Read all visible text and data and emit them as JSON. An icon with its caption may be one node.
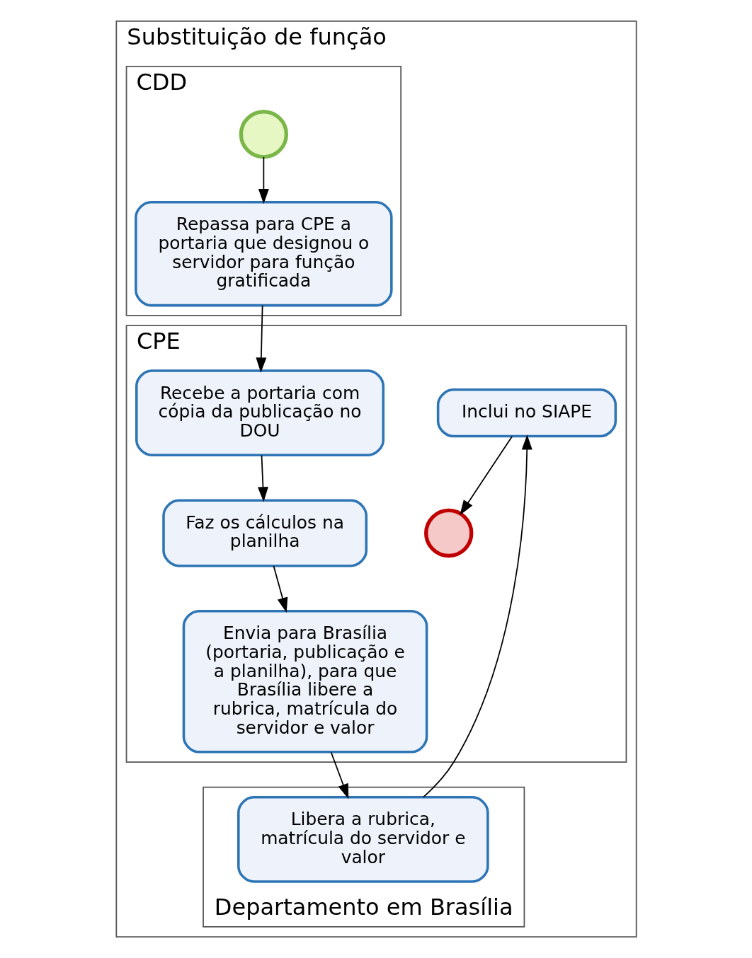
{
  "diagram": {
    "nodes": [
      {
        "text": [
          "Substituição de função"
        ]
      },
      {
        "text": [
          "CDD"
        ],
        "in": 0
      },
      {
        "text": [
          "CPE"
        ],
        "in": 0
      },
      {
        "text": [
          "Departamento em Brasília"
        ],
        "in": 0
      },
      {
        "text": [],
        "shape": "circle",
        "in": 1
      },
      {
        "text": [
          "Repassa para CPE a portaria que designou o servidor para função gratificada"
        ],
        "in": 1
      },
      {
        "text": [
          "Recebe a portaria com cópia da publicação no DOU"
        ],
        "in": 2
      },
      {
        "text": [
          "Faz os cálculos na planilha"
        ],
        "in": 2
      },
      {
        "text": [
          "Envia para Brasília (portaria, publicação e a planilha), para que Brasília libere a rubrica, matrícula do servidor e valor"
        ],
        "in": 2
      },
      {
        "text": [],
        "shape": "circle",
        "in": 2
      },
      {
        "text": [
          "Inclui no SIAPE"
        ],
        "in": 2
      },
      {
        "text": [
          "Libera a rubrica, matrícula do servidor e valor"
        ],
        "in": 3
      }
    ],
    "edges": [
      {
        "from": 4,
        "to": 5,
        "arrow": "to"
      },
      {
        "from": 5,
        "to": 6,
        "arrow": "to"
      },
      {
        "from": 6,
        "to": 7,
        "arrow": "to"
      },
      {
        "from": 7,
        "to": 8,
        "arrow": "to"
      },
      {
        "from": 8,
        "to": 11,
        "arrow": "to"
      },
      {
        "from": 11,
        "to": 10,
        "arrow": "to"
      },
      {
        "from": 10,
        "to": 9,
        "arrow": "to"
      }
    ]
  }
}
